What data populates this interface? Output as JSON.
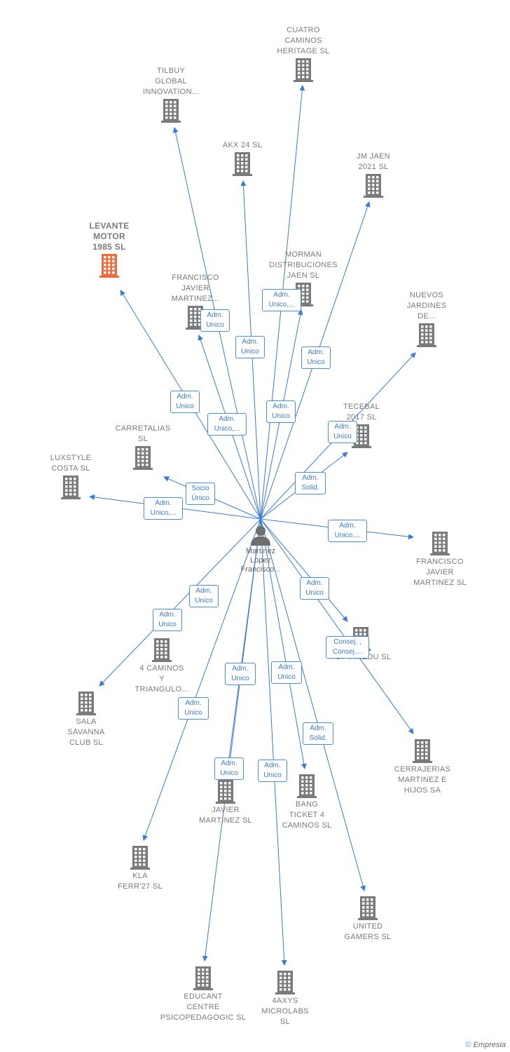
{
  "colors": {
    "edge": "#3a7bd5",
    "building": "#7a7a7a",
    "highlight": "#f06a3a",
    "badge_border": "#4a8fd9"
  },
  "center": {
    "label": "Martinez\nLopez\nFrancisco...",
    "icon": "person-icon"
  },
  "nodes": [
    {
      "id": "cuatro",
      "label": "CUATRO\nCAMINOS\nHERITAGE  SL"
    },
    {
      "id": "tilbuy",
      "label": "TILBUY\nGLOBAL\nINNOVATION..."
    },
    {
      "id": "akx",
      "label": "AKX 24  SL"
    },
    {
      "id": "jmjaen",
      "label": "JM JAEN\n2021  SL"
    },
    {
      "id": "levante",
      "label": "LEVANTE\nMOTOR\n1985  SL",
      "highlight": true
    },
    {
      "id": "morman",
      "label": "MORMAN\nDISTRIBUCIONES\nJAEN  SL"
    },
    {
      "id": "fjm1",
      "label": "FRANCISCO\nJAVIER\nMARTINEZ..."
    },
    {
      "id": "nuevos",
      "label": "NUEVOS\nJARDINES\nDE..."
    },
    {
      "id": "tecebal",
      "label": "TECEBAL\n2017  SL"
    },
    {
      "id": "carretalias",
      "label": "CARRETALIAS\nSL"
    },
    {
      "id": "luxstyle",
      "label": "LUXSTYLE\nCOSTA SL"
    },
    {
      "id": "fjmsl",
      "label": "FRANCISCO\nJAVIER\nMARTINEZ  SL"
    },
    {
      "id": "caminos4",
      "label": "4 CAMINOS\nY\nTRIANGULO..."
    },
    {
      "id": "tfu",
      "label": "TOP FRIEDU SL"
    },
    {
      "id": "sala",
      "label": "SALA\nSAVANNA\nCLUB  SL"
    },
    {
      "id": "cerrajerias",
      "label": "CERRAJERIAS\nMARTINEZ E\nHIJOS SA"
    },
    {
      "id": "jmsl",
      "label": "JAVIER\nMARTINEZ  SL"
    },
    {
      "id": "bang",
      "label": "BANG\nTICKET 4\nCAMINOS  SL"
    },
    {
      "id": "kla",
      "label": "KLA\nFERR'27  SL"
    },
    {
      "id": "united",
      "label": "UNITED\nGAMERS  SL"
    },
    {
      "id": "educant",
      "label": "EDUCANT\nCENTRE\nPSICOPEDAGOGIC SL"
    },
    {
      "id": "axys",
      "label": "4AXYS\nMICROLABS\nSL"
    }
  ],
  "badges": [
    {
      "id": "b-morman",
      "text": "Adm.\nUnico,..."
    },
    {
      "id": "b-fjm1",
      "text": "Adm.\nUnico"
    },
    {
      "id": "b-akx",
      "text": "Adm.\nUnico"
    },
    {
      "id": "b-jmjaen",
      "text": "Adm.\nUnico"
    },
    {
      "id": "b-levante",
      "text": "Adm.\nUnico"
    },
    {
      "id": "b-tilbuy",
      "text": "Adm.\nUnico,..."
    },
    {
      "id": "b-cuatro",
      "text": "Adm.\nUnico"
    },
    {
      "id": "b-nuevos",
      "text": "Adm.\nUnico"
    },
    {
      "id": "b-tecebal",
      "text": "Adm.\nSolid."
    },
    {
      "id": "b-carretalias",
      "text": "Socio\nÚnico"
    },
    {
      "id": "b-luxstyle",
      "text": "Adm.\nUnico,..."
    },
    {
      "id": "b-fjmsl",
      "text": "Adm.\nUnico,..."
    },
    {
      "id": "b-caminos4",
      "text": "Adm.\nUnico"
    },
    {
      "id": "b-sala",
      "text": "Adm.\nUnico"
    },
    {
      "id": "b-tfu",
      "text": "Adm.\nUnico"
    },
    {
      "id": "b-cerrajerias",
      "text": "Consej. ,\nConsej...."
    },
    {
      "id": "b-jmsl",
      "text": "Adm.\nUnico"
    },
    {
      "id": "b-bang",
      "text": "Adm.\nUnico"
    },
    {
      "id": "b-kla",
      "text": "Adm.\nUnico"
    },
    {
      "id": "b-united",
      "text": "Adm.\nSolid."
    },
    {
      "id": "b-educant",
      "text": "Adm.\nUnico"
    },
    {
      "id": "b-axys",
      "text": "Adm.\nUnico"
    }
  ],
  "footer": {
    "copyright": "©",
    "brand": "Empresia"
  }
}
